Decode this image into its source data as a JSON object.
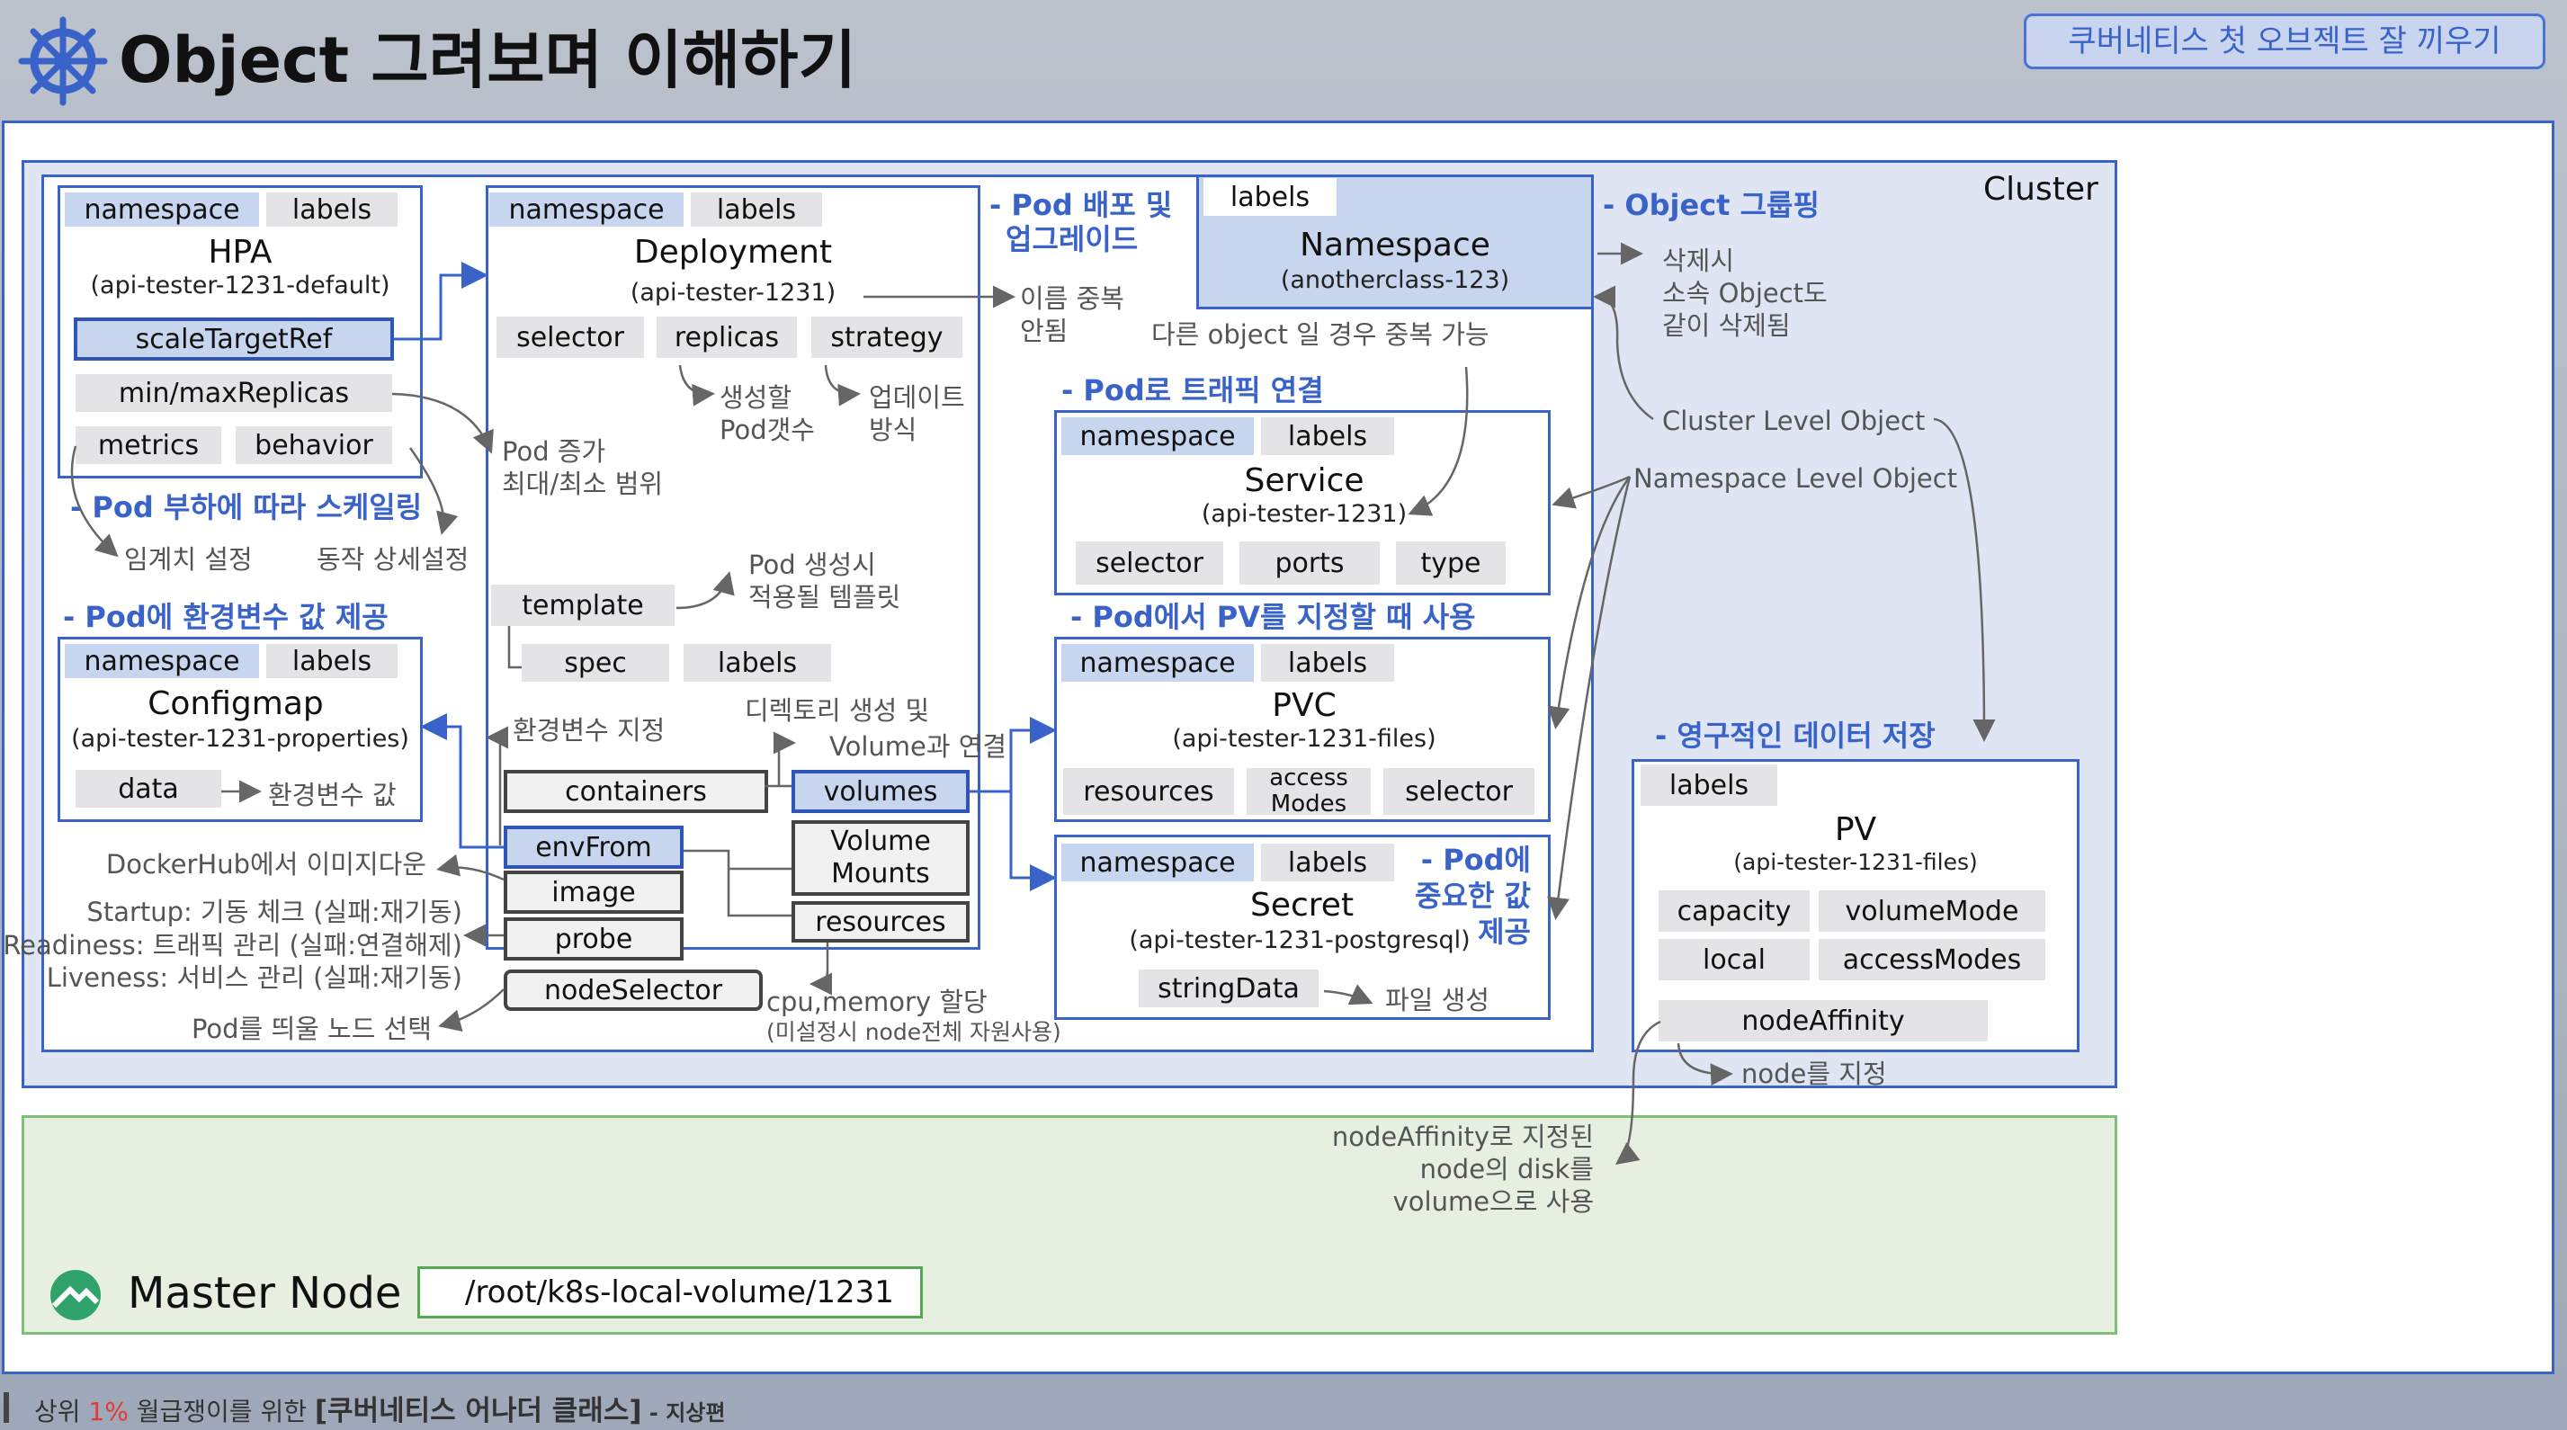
{
  "header": {
    "title": "Object 그려보며 이해하기",
    "badge": "쿠버네티스 첫 오브젝트 잘 끼우기",
    "logo_icon": "kubernetes-helm-icon"
  },
  "cluster": {
    "label": "Cluster"
  },
  "hpa": {
    "chips": [
      "namespace",
      "labels"
    ],
    "title": "HPA",
    "subtitle": "(api-tester-1231-default)",
    "scale": "scaleTargetRef",
    "replicas": "min/maxReplicas",
    "metrics": "metrics",
    "behavior": "behavior"
  },
  "notes": {
    "hpa_scaling": "- Pod 부하에 따라 스케일링",
    "threshold": "임계치 설정",
    "behavior_detail": "동작 상세설정",
    "pod_range_1": "Pod 증가",
    "pod_range_2": "최대/최소 범위",
    "cm_env": "- Pod에 환경변수 값 제공",
    "env_value": "환경변수 값",
    "dockerhub": "DockerHub에서 이미지다운",
    "startup": "Startup: 기동 체크 (실패:재기동)",
    "readiness": "Readiness: 트래픽 관리 (실패:연결해제)",
    "liveness": "Liveness: 서비스 관리 (실패:재기동)",
    "node_select": "Pod를 띄울 노드 선택",
    "deploy_1": "- Pod 배포 및",
    "deploy_2": "업그레이드",
    "dup_1": "이름 중복",
    "dup_2": "안됨",
    "other_obj": "다른 object 일 경우 중복 가능",
    "gen_1": "생성할",
    "gen_2": "Pod갯수",
    "upd_1": "업데이트",
    "upd_2": "방식",
    "tpl_1": "Pod 생성시",
    "tpl_2": "적용될 템플릿",
    "env_set": "환경변수 지정",
    "dir_1": "디렉토리 생성 및",
    "dir_2": "Volume과 연결",
    "cpu_1": "cpu,memory 할당",
    "cpu_2": "(미설정시 node전체 자원사용)",
    "grouping": "- Object 그룹핑",
    "del_1": "삭제시",
    "del_2": "소속 Object도",
    "del_3": "같이 삭제됨",
    "cluster_level": "Cluster Level Object",
    "ns_level": "Namespace Level Object",
    "traffic": "- Pod로 트래픽 연결",
    "pv_use": "- Pod에서 PV를 지정할 때 사용",
    "secret_1": "- Pod에",
    "secret_2": "중요한 값",
    "secret_3": "제공",
    "file_gen": "파일 생성",
    "persist": "- 영구적인 데이터 저장",
    "node_set": "node를 지정",
    "na_1": "nodeAffinity로 지정된",
    "na_2": "node의 disk를",
    "na_3": "volume으로 사용"
  },
  "configmap": {
    "chips": [
      "namespace",
      "labels"
    ],
    "title": "Configmap",
    "subtitle": "(api-tester-1231-properties)",
    "data": "data"
  },
  "deployment": {
    "chips": [
      "namespace",
      "labels"
    ],
    "title": "Deployment",
    "subtitle": "(api-tester-1231)",
    "selector": "selector",
    "replicas": "replicas",
    "strategy": "strategy",
    "template": "template",
    "spec": "spec",
    "labels2": "labels",
    "containers": "containers",
    "envFrom": "envFrom",
    "image": "image",
    "probe": "probe",
    "nodeSelector": "nodeSelector",
    "volumes": "volumes",
    "volumeMounts_1": "Volume",
    "volumeMounts_2": "Mounts",
    "resources": "resources"
  },
  "namespace": {
    "chip": "labels",
    "title": "Namespace",
    "subtitle": "(anotherclass-123)"
  },
  "service": {
    "chips": [
      "namespace",
      "labels"
    ],
    "title": "Service",
    "subtitle": "(api-tester-1231)",
    "selector": "selector",
    "ports": "ports",
    "type": "type"
  },
  "pvc": {
    "chips": [
      "namespace",
      "labels"
    ],
    "title": "PVC",
    "subtitle": "(api-tester-1231-files)",
    "resources": "resources",
    "access_1": "access",
    "access_2": "Modes",
    "selector": "selector"
  },
  "secret": {
    "chips": [
      "namespace",
      "labels"
    ],
    "title": "Secret",
    "subtitle": "(api-tester-1231-postgresql)",
    "stringData": "stringData"
  },
  "pv": {
    "chip": "labels",
    "title": "PV",
    "subtitle": "(api-tester-1231-files)",
    "capacity": "capacity",
    "volumeMode": "volumeMode",
    "local": "local",
    "accessModes": "accessModes",
    "nodeAffinity": "nodeAffinity"
  },
  "master": {
    "label": "Master Node",
    "path": "/root/k8s-local-volume/1231",
    "icon": "rocky-linux-icon"
  },
  "footer": {
    "prefix": "상위 ",
    "highlight": "1%",
    "middle": " 월급쟁이를 위한 ",
    "bold": "[쿠버네티스 어나더 클래스]",
    "author": " - 지상편"
  },
  "colors": {
    "accent": "#3a63c9",
    "chip_blue": "#c7d5ee",
    "chip_gray": "#e4e4e7",
    "master_bg": "#e7efe0",
    "master_border": "#7cc07a",
    "footer_red": "#e53935"
  }
}
